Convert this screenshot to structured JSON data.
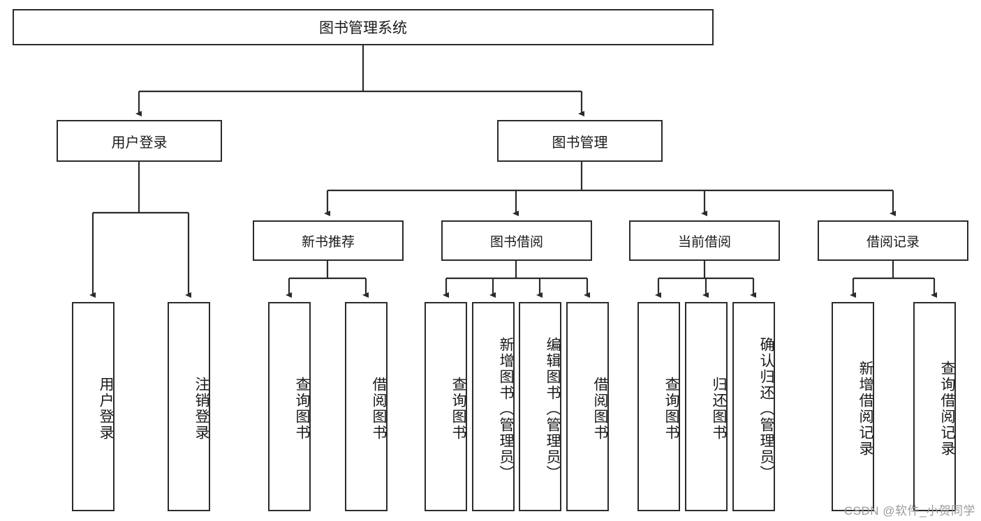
{
  "diagram": {
    "title": "图书管理系统",
    "type": "tree-hierarchy",
    "root": {
      "label": "图书管理系统",
      "id": "root"
    },
    "level2": [
      {
        "id": "user-login",
        "label": "用户登录"
      },
      {
        "id": "book-management",
        "label": "图书管理"
      }
    ],
    "level3": [
      {
        "id": "new-book-recommend",
        "label": "新书推荐",
        "parent": "book-management"
      },
      {
        "id": "book-borrow",
        "label": "图书借阅",
        "parent": "book-management"
      },
      {
        "id": "current-borrow",
        "label": "当前借阅",
        "parent": "book-management"
      },
      {
        "id": "borrow-record",
        "label": "借阅记录",
        "parent": "book-management"
      }
    ],
    "leaves": [
      {
        "id": "leaf-user-login",
        "label": "用户登录",
        "parent": "user-login"
      },
      {
        "id": "leaf-logout-login",
        "label": "注销登录",
        "parent": "user-login"
      },
      {
        "id": "leaf-query-book-1",
        "label": "查询图书",
        "parent": "new-book-recommend"
      },
      {
        "id": "leaf-borrow-book-1",
        "label": "借阅图书",
        "parent": "new-book-recommend"
      },
      {
        "id": "leaf-query-book-2",
        "label": "查询图书",
        "parent": "book-borrow"
      },
      {
        "id": "leaf-add-book",
        "label": "新增图书（管理员）",
        "parent": "book-borrow"
      },
      {
        "id": "leaf-edit-book",
        "label": "编辑图书（管理员）",
        "parent": "book-borrow"
      },
      {
        "id": "leaf-borrow-book-2",
        "label": "借阅图书",
        "parent": "book-borrow"
      },
      {
        "id": "leaf-query-book-3",
        "label": "查询图书",
        "parent": "current-borrow"
      },
      {
        "id": "leaf-return-book",
        "label": "归还图书",
        "parent": "current-borrow"
      },
      {
        "id": "leaf-confirm-return",
        "label": "确认归还（管理员）",
        "parent": "current-borrow"
      },
      {
        "id": "leaf-add-borrow-record",
        "label": "新增借阅记录",
        "parent": "borrow-record"
      },
      {
        "id": "leaf-query-borrow-record",
        "label": "查询借阅记录",
        "parent": "borrow-record"
      }
    ]
  },
  "watermark": {
    "text": "CSDN @软件_小贺同学"
  },
  "colors": {
    "border": "#2b2b2b",
    "background": "#ffffff",
    "text": "#1a1a1a",
    "watermark": "#9a9a9a"
  }
}
